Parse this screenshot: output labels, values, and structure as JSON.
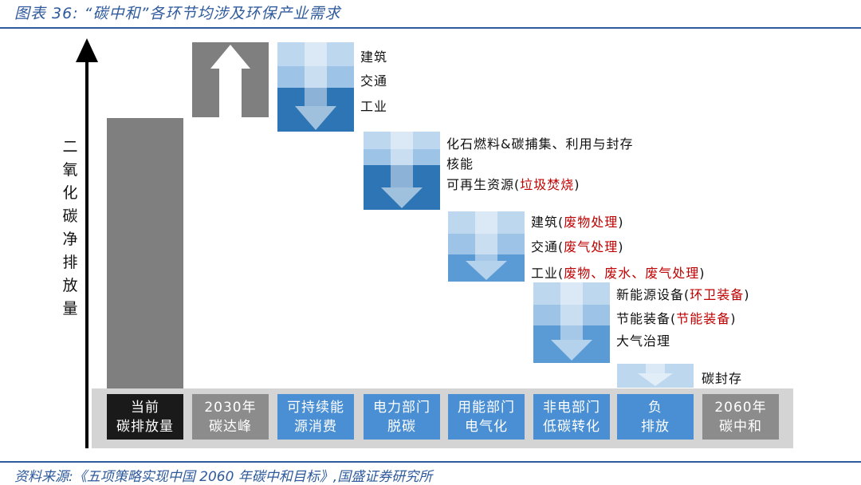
{
  "header": {
    "title": "图表 36:  “碳中和”各环节均涉及环保产业需求"
  },
  "source": "资料来源:《五项策略实现中国 2060 年碳中和目标》,国盛证券研究所",
  "axis": {
    "label": "二氧化碳净排放量"
  },
  "categories": [
    {
      "line1": "当前",
      "line2": "碳排放量",
      "color": "#1a1a1a"
    },
    {
      "line1": "2030年",
      "line2": "碳达峰",
      "color": "#8c8c8c"
    },
    {
      "line1": "可持续能",
      "line2": "源消费",
      "color": "#4a8fd3"
    },
    {
      "line1": "电力部门",
      "line2": "脱碳",
      "color": "#4a8fd3"
    },
    {
      "line1": "用能部门",
      "line2": "电气化",
      "color": "#4a8fd3"
    },
    {
      "line1": "非电部门",
      "line2": "低碳转化",
      "color": "#4a8fd3"
    },
    {
      "line1": "负",
      "line2": "排放",
      "color": "#4a8fd3"
    },
    {
      "line1": "2060年",
      "line2": "碳中和",
      "color": "#8c8c8c"
    }
  ],
  "steps": [
    {
      "labels": [
        {
          "text": "建筑"
        },
        {
          "text": "交通"
        },
        {
          "text": "工业"
        }
      ]
    },
    {
      "labels": [
        {
          "text": "化石燃料&碳捕集、利用与封存"
        },
        {
          "text": "核能"
        },
        {
          "text": "可再生资源(",
          "red": "垃圾焚烧",
          "tail": ")"
        }
      ]
    },
    {
      "labels": [
        {
          "text": "建筑(",
          "red": "废物处理",
          "tail": ")"
        },
        {
          "text": "交通(",
          "red": "废气处理",
          "tail": ")"
        },
        {
          "text": "工业(",
          "red": "废物、废水、废气处理",
          "tail": ")"
        }
      ]
    },
    {
      "labels": [
        {
          "text": "新能源设备(",
          "red": "环卫装备",
          "tail": ")"
        },
        {
          "text": "节能装备(",
          "red": "节能装备",
          "tail": ")"
        },
        {
          "text": "大气治理"
        }
      ]
    },
    {
      "labels": [
        {
          "text": "碳封存"
        }
      ]
    }
  ],
  "colors": {
    "light": "#bdd7ee",
    "mid": "#9dc3e6",
    "dark": "#2e75b6",
    "darkAlt": "#5b9bd5",
    "gray": "#7f7f7f",
    "accent": "#2e5a9c",
    "red": "#c00000"
  }
}
